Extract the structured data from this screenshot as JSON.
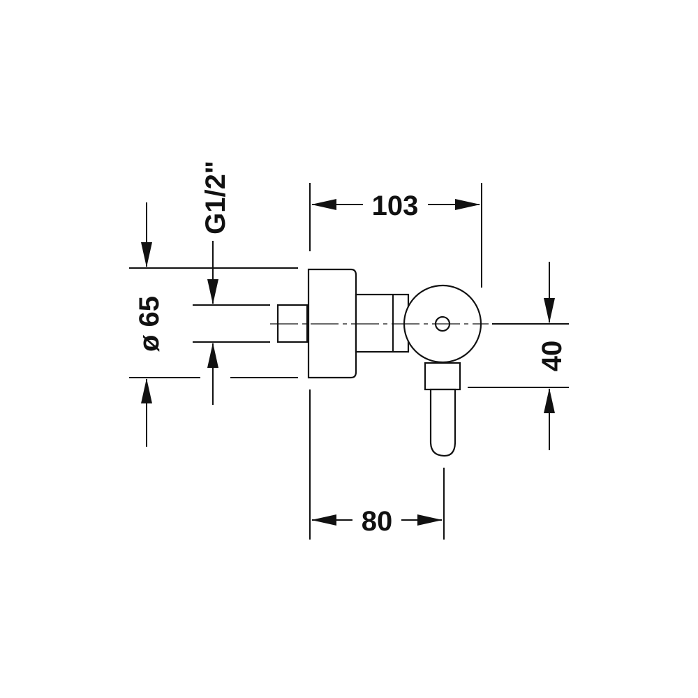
{
  "colors": {
    "ink": "#111111",
    "background": "#ffffff"
  },
  "dimensions": {
    "width_overall": "103",
    "width_body": "80",
    "diameter": "ø 65",
    "thread": "G1/2\"",
    "height_offset": "40"
  }
}
